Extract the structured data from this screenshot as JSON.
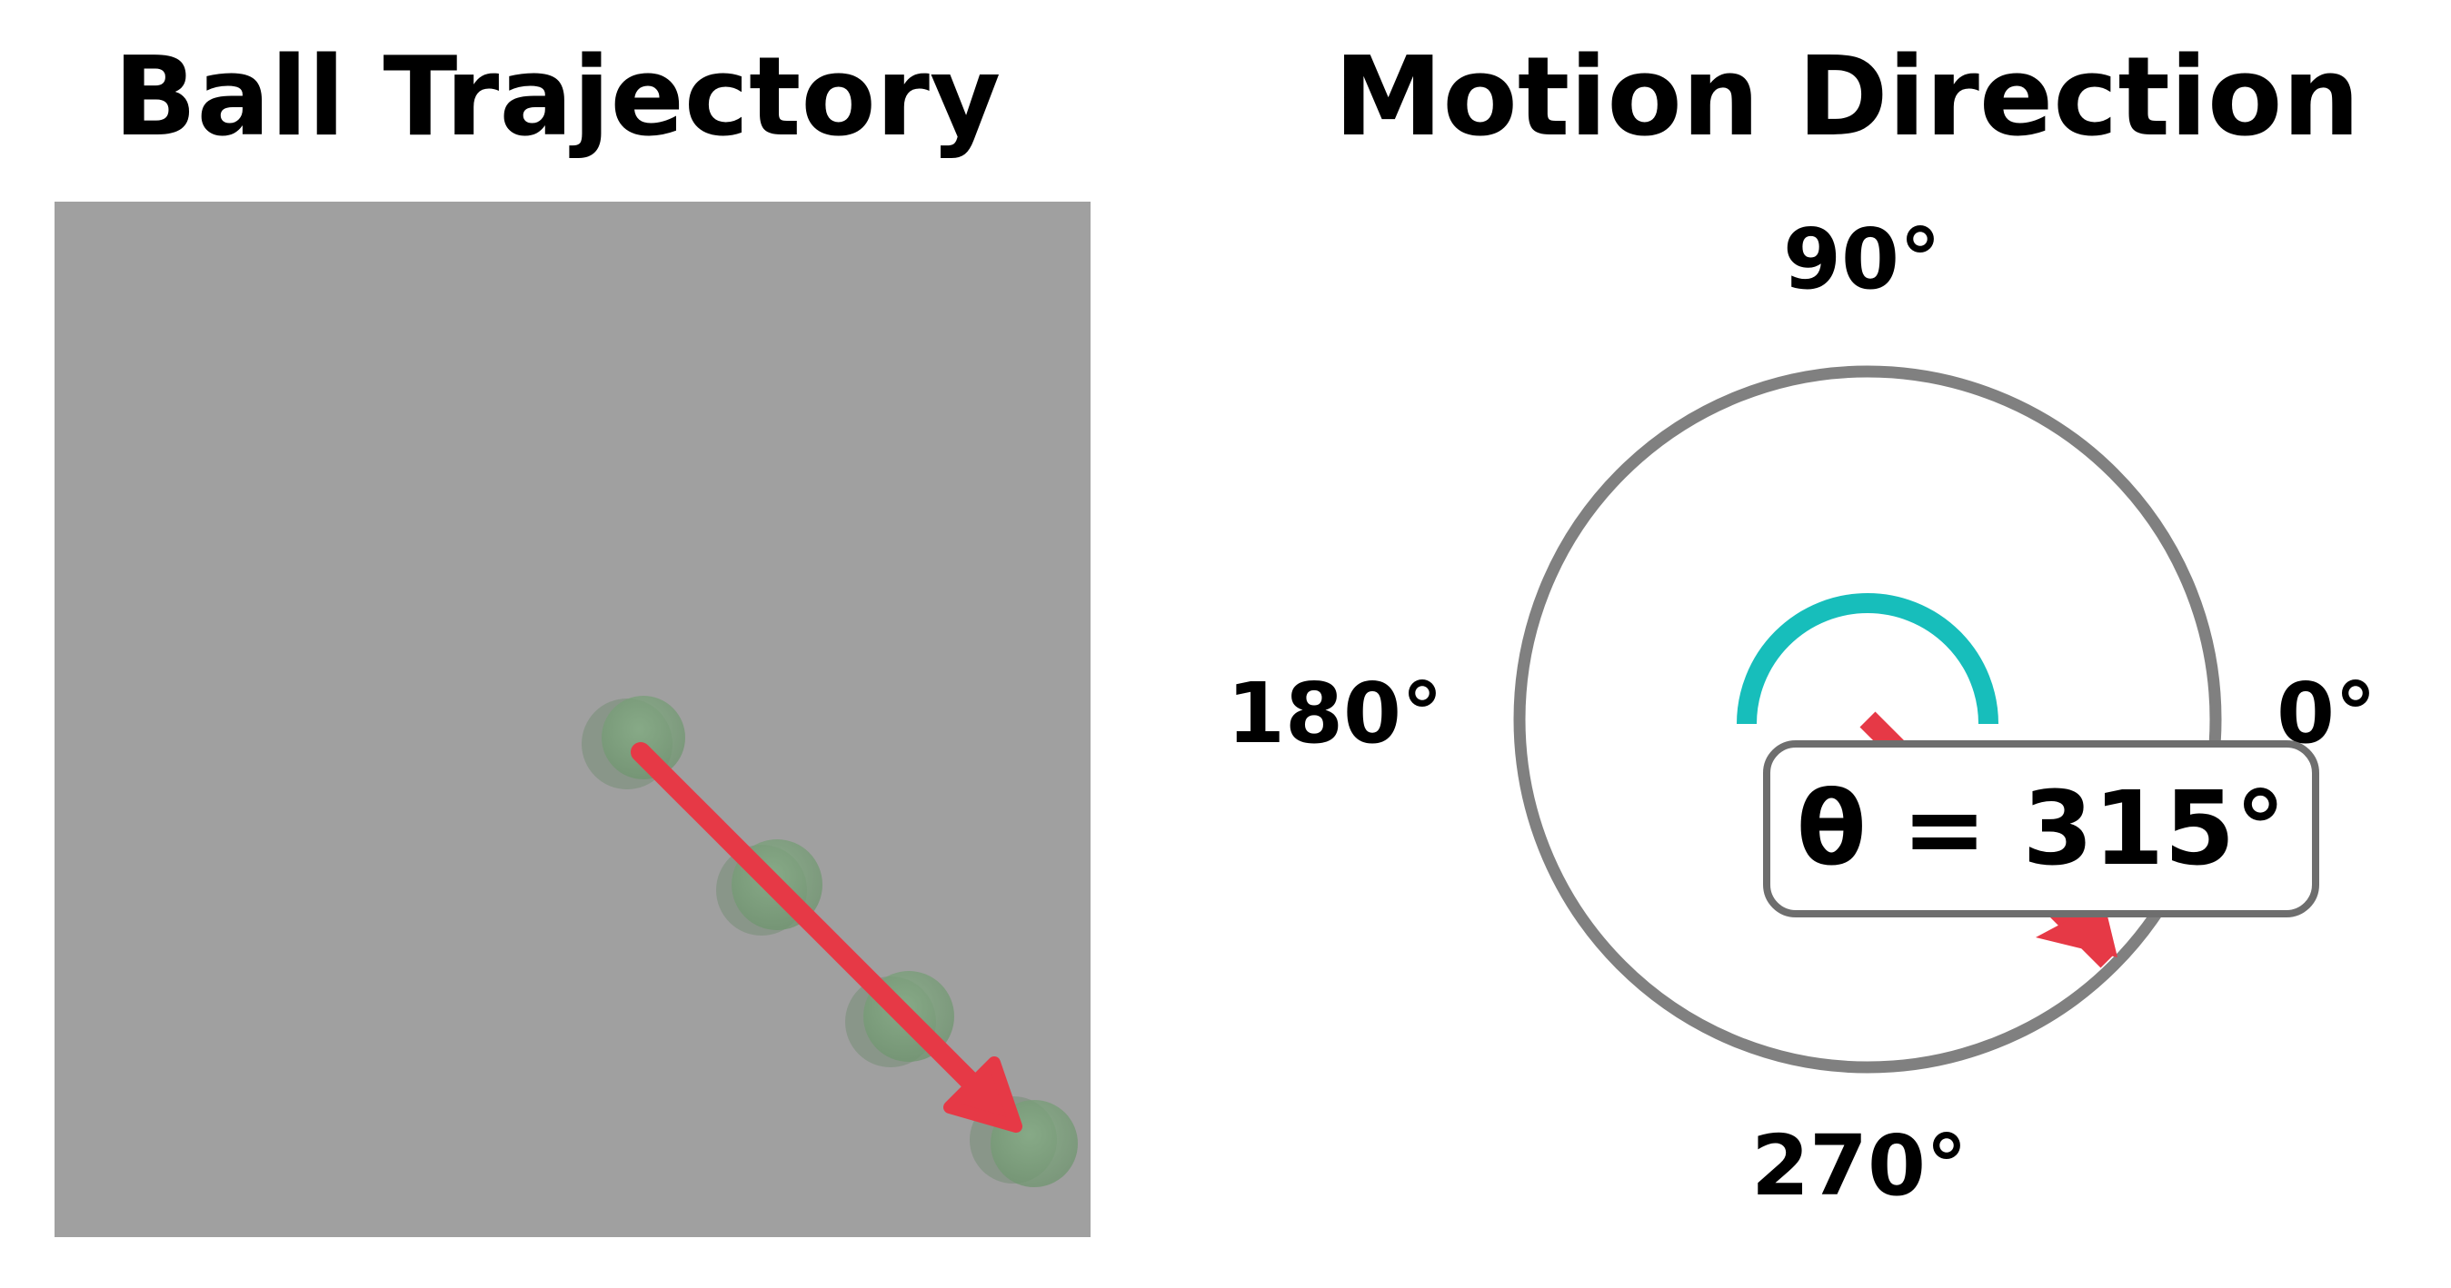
{
  "left_panel": {
    "title": "Ball Trajectory",
    "background_color": "#a0a0a0",
    "ball_color": "#7fa47f",
    "ball_count": 4,
    "arrow_color": "#e63946"
  },
  "right_panel": {
    "title": "Motion Direction",
    "angle_labels": {
      "top": "90°",
      "left": "180°",
      "right": "0°",
      "bottom": "270°"
    },
    "angle_readout": "θ = 315°",
    "angle_degrees": 315,
    "circle_color": "#808080",
    "arc_color": "#17bebb",
    "arrow_color": "#e63946"
  }
}
